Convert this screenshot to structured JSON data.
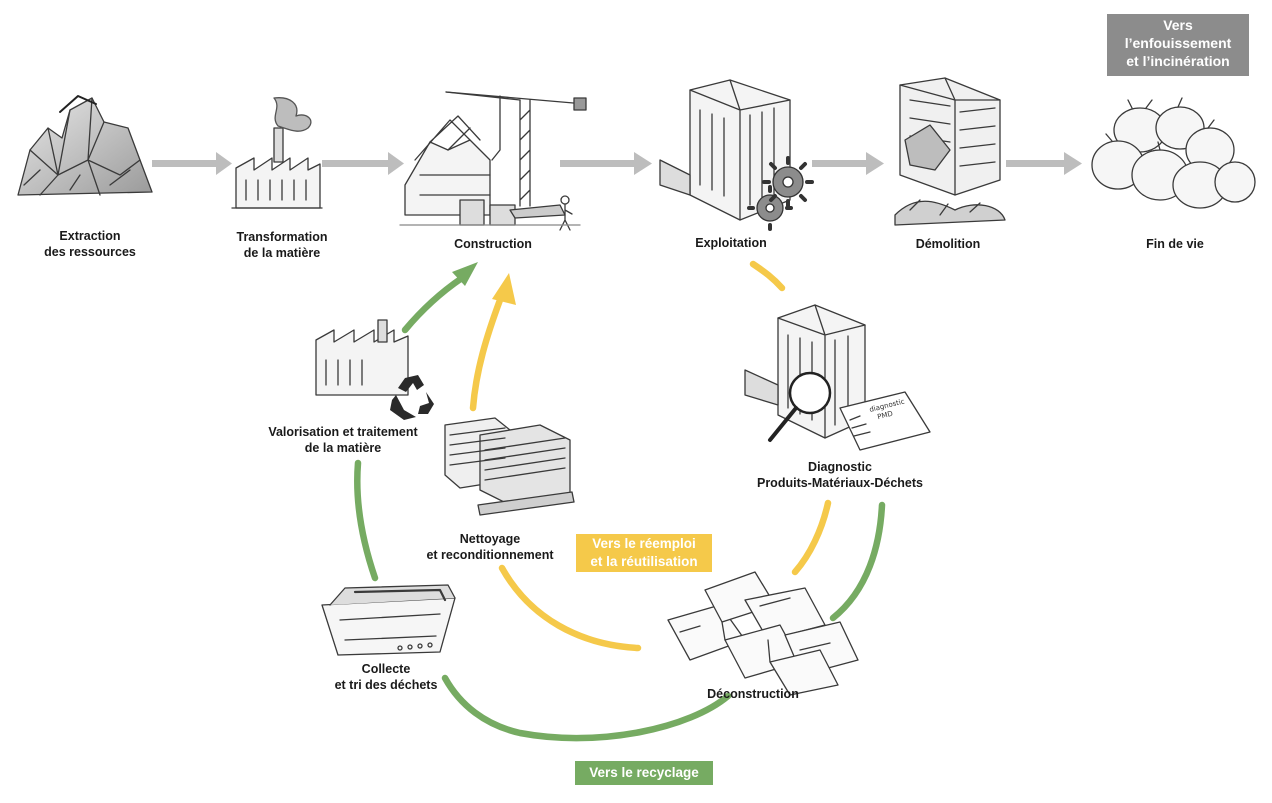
{
  "steps": {
    "extraction": "Extraction\ndes ressources",
    "transformation": "Transformation\nde la matière",
    "construction": "Construction",
    "exploitation": "Exploitation",
    "demolition": "Démolition",
    "fin_de_vie": "Fin de vie",
    "diagnostic": "Diagnostic\nProduits-Matériaux-Déchets",
    "deconstruction": "Déconstruction",
    "collecte": "Collecte\net tri des déchets",
    "valorisation": "Valorisation et traitement\nde la matière",
    "nettoyage": "Nettoyage\net reconditionnement"
  },
  "badges": {
    "landfill": "Vers\nl’enfouissement\net l’incinération",
    "reuse": "Vers le réemploi\net la réutilisation",
    "recycling": "Vers le recyclage"
  },
  "document_text": "diagnostic\nPMD",
  "colors": {
    "grey": "#8c8c8c",
    "arrow_grey": "#bdbdbd",
    "yellow": "#f5c94a",
    "green": "#76ab62",
    "ink": "#3a3a3a"
  }
}
